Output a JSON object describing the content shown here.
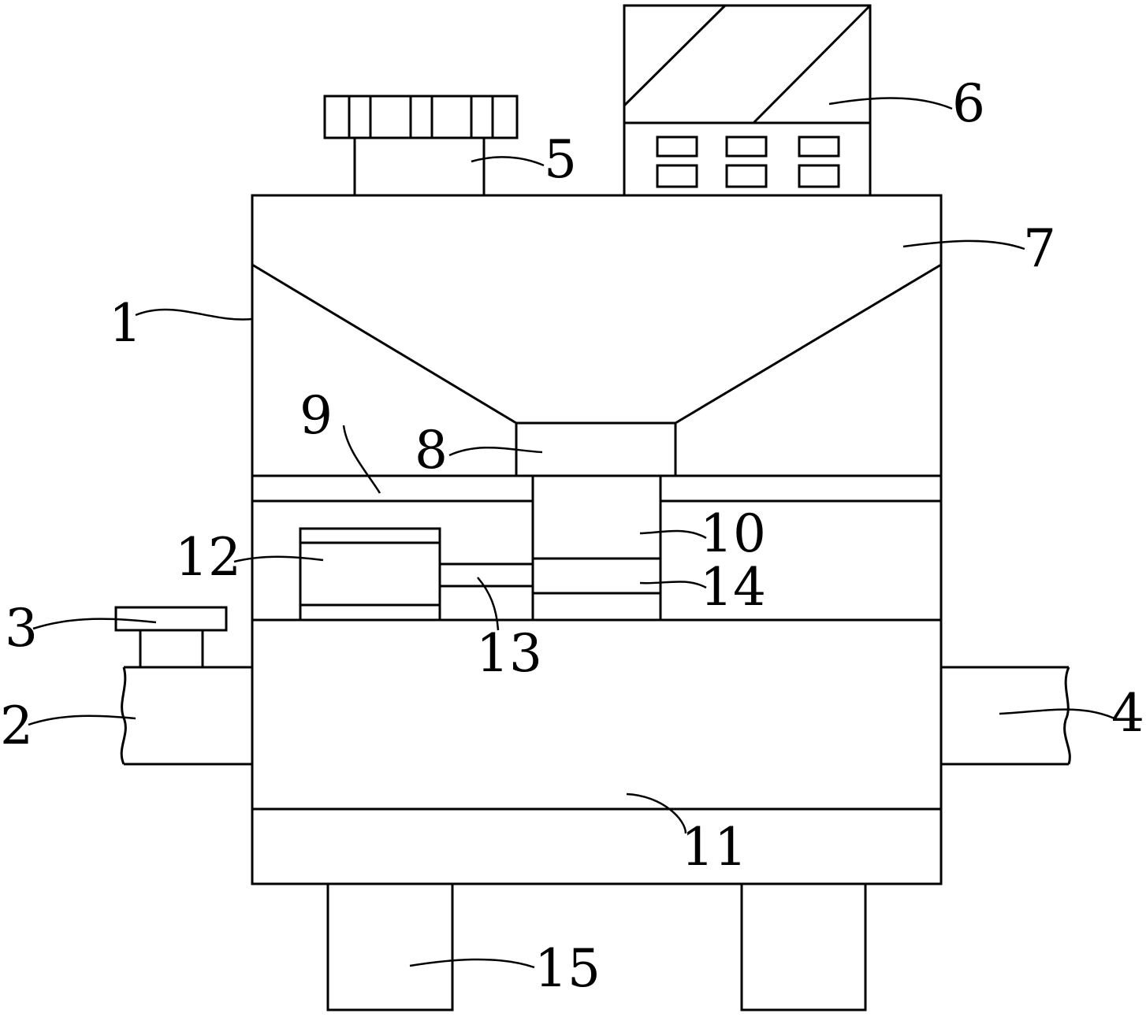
{
  "figure": {
    "line_color": "#000000",
    "background": "#ffffff",
    "labels": {
      "l1": "1",
      "l2": "2",
      "l3": "3",
      "l4": "4",
      "l5": "5",
      "l6": "6",
      "l7": "7",
      "l8": "8",
      "l9": "9",
      "l10": "10",
      "l11": "11",
      "l12": "12",
      "l13": "13",
      "l14": "14",
      "l15": "15"
    }
  }
}
